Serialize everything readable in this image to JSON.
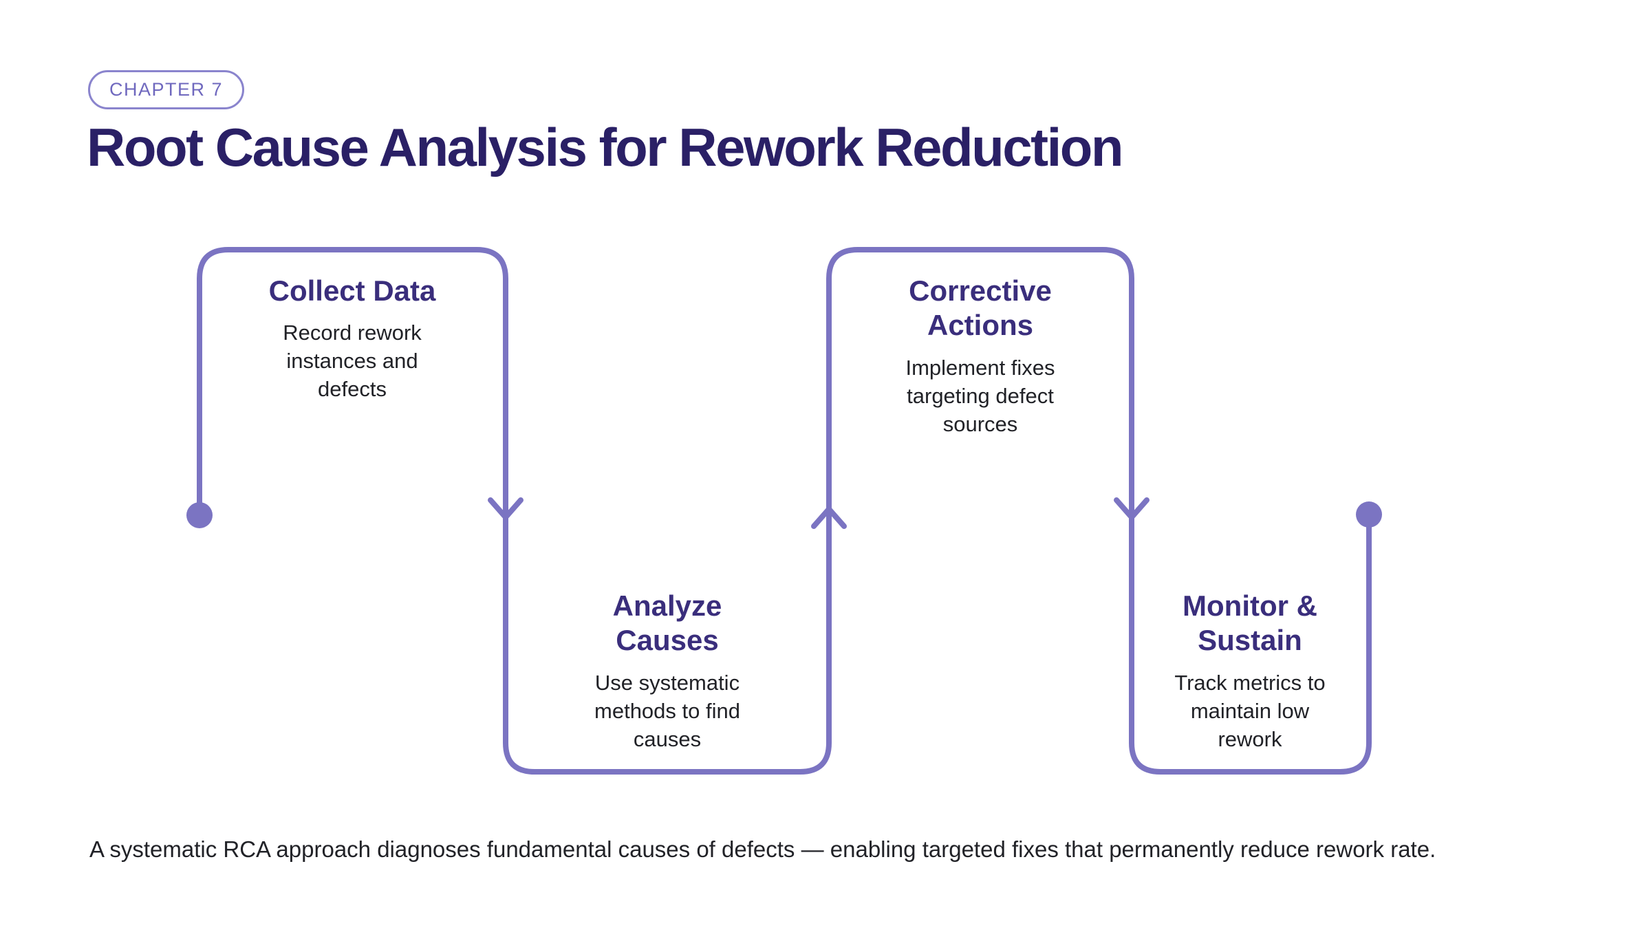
{
  "page": {
    "chapter_badge": "CHAPTER 7",
    "title": "Root Cause Analysis for Rework Reduction",
    "footer": "A systematic RCA approach diagnoses fundamental causes of defects — enabling targeted fixes that permanently reduce rework rate."
  },
  "steps": [
    {
      "title": "Collect Data",
      "description": "Record rework instances and defects",
      "position": "top",
      "order": 1
    },
    {
      "title": "Analyze Causes",
      "description": "Use systematic methods to find causes",
      "position": "bottom",
      "order": 2
    },
    {
      "title": "Corrective Actions",
      "description": "Implement fixes targeting defect sources",
      "position": "top",
      "order": 3
    },
    {
      "title": "Monitor & Sustain",
      "description": "Track metrics to maintain low rework",
      "position": "bottom",
      "order": 4
    }
  ],
  "flow": {
    "shape": "serpentine",
    "start_marker": "dot",
    "end_marker": "dot",
    "arrows": [
      "down",
      "up",
      "down"
    ]
  },
  "colors": {
    "background": "#ffffff",
    "title_text": "#2a2066",
    "step_title_text": "#3a2e7c",
    "body_text": "#212227",
    "flow_line": "#7b74c2",
    "badge_text": "#6f68be",
    "badge_border": "#8a84cd"
  }
}
